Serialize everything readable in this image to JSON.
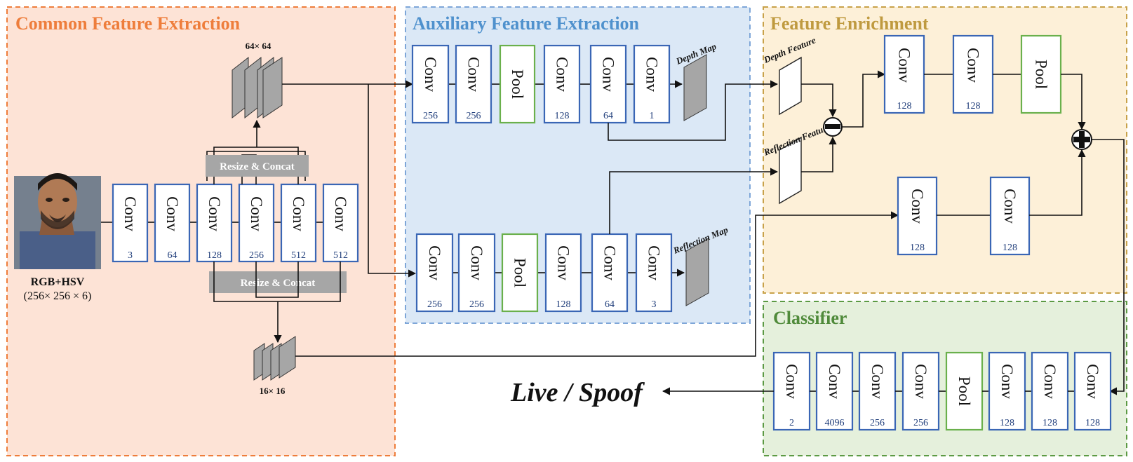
{
  "sections": {
    "common": {
      "title": "Common Feature Extraction",
      "color": "#ee7d3b",
      "fill": "#fde3d6"
    },
    "auxiliary": {
      "title": "Auxiliary Feature Extraction",
      "color": "#4f91cd",
      "fill": "#dbe8f6"
    },
    "enrichment": {
      "title": "Feature Enrichment",
      "color": "#bf9a3f",
      "fill": "#fdf0d8"
    },
    "classifier": {
      "title": "Classifier",
      "color": "#4f8a3a",
      "fill": "#e5f0dc"
    }
  },
  "input": {
    "label": "RGB+HSV",
    "dims": "(256× 256 × 6)"
  },
  "common_blocks": [
    {
      "name": "Conv",
      "num": "3"
    },
    {
      "name": "Conv",
      "num": "64"
    },
    {
      "name": "Conv",
      "num": "128"
    },
    {
      "name": "Conv",
      "num": "256"
    },
    {
      "name": "Conv",
      "num": "512"
    },
    {
      "name": "Conv",
      "num": "512"
    }
  ],
  "resize_top": "Resize & Concat",
  "resize_bottom": "Resize & Concat",
  "size_top": "64× 64",
  "size_bottom": "16× 16",
  "depth_branch": [
    {
      "name": "Conv",
      "num": "256"
    },
    {
      "name": "Conv",
      "num": "256"
    },
    {
      "name": "Pool",
      "num": ""
    },
    {
      "name": "Conv",
      "num": "128"
    },
    {
      "name": "Conv",
      "num": "64"
    },
    {
      "name": "Conv",
      "num": "1"
    }
  ],
  "reflection_branch": [
    {
      "name": "Conv",
      "num": "256"
    },
    {
      "name": "Conv",
      "num": "256"
    },
    {
      "name": "Pool",
      "num": ""
    },
    {
      "name": "Conv",
      "num": "128"
    },
    {
      "name": "Conv",
      "num": "64"
    },
    {
      "name": "Conv",
      "num": "3"
    }
  ],
  "depth_map_label": "Depth Map",
  "reflection_map_label": "Reflection Map",
  "depth_feature_label": "Depth Feature",
  "reflection_feature_label": "Reflection Feature",
  "enrich_top": [
    {
      "name": "Conv",
      "num": "128"
    },
    {
      "name": "Conv",
      "num": "128"
    },
    {
      "name": "Pool",
      "num": ""
    }
  ],
  "enrich_bottom": [
    {
      "name": "Conv",
      "num": "128"
    },
    {
      "name": "Conv",
      "num": "128"
    }
  ],
  "classifier_blocks": [
    {
      "name": "Conv",
      "num": "2"
    },
    {
      "name": "Conv",
      "num": "4096"
    },
    {
      "name": "Conv",
      "num": "256"
    },
    {
      "name": "Conv",
      "num": "256"
    },
    {
      "name": "Pool",
      "num": ""
    },
    {
      "name": "Conv",
      "num": "128"
    },
    {
      "name": "Conv",
      "num": "128"
    },
    {
      "name": "Conv",
      "num": "128"
    }
  ],
  "output_label": "Live / Spoof",
  "colors": {
    "conv_border": "#3a66b5",
    "pool_border": "#6ab04c",
    "resize_fill": "#a6a6a6",
    "feature_map": "#a6a6a6"
  }
}
